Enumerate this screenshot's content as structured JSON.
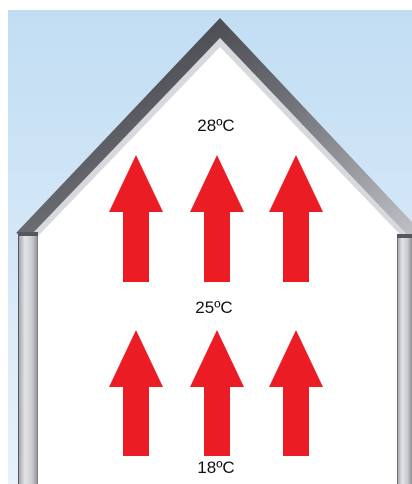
{
  "temperatures": {
    "top": "28ºC",
    "middle": "25ºC",
    "bottom": "18ºC"
  },
  "colors": {
    "sky_top": "#c2ddf3",
    "sky_bottom": "#e7f2fb",
    "roof_dark": "#3a3c41",
    "roof_light": "#b7b9bd",
    "wall": "#d4d6da",
    "interior": "#ffffff",
    "arrow": "#ec1c24"
  },
  "icons": {
    "arrow": "up-arrow-icon"
  }
}
